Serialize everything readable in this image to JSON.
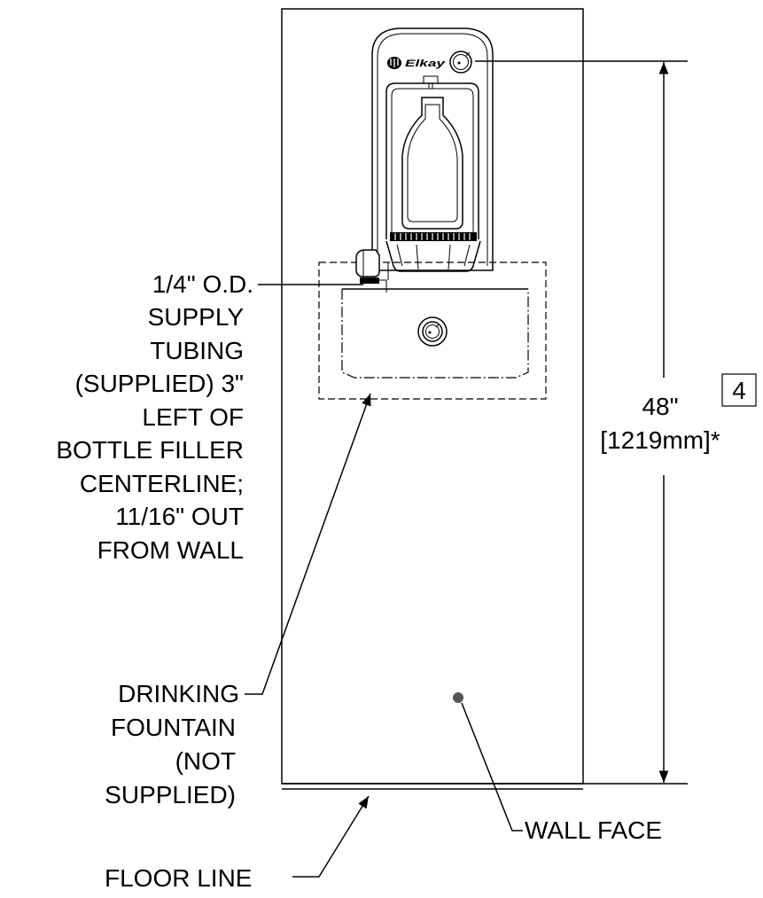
{
  "tubing_label": [
    "1/4\" O.D.",
    "SUPPLY",
    "TUBING",
    "(SUPPLIED) 3\"",
    "LEFT OF",
    "BOTTLE FILLER",
    "CENTERLINE;",
    "11/16\" OUT",
    "FROM WALL"
  ],
  "fountain_label": [
    "DRINKING",
    "FOUNTAIN",
    "(NOT",
    "SUPPLIED)"
  ],
  "floor_label": "FLOOR LINE",
  "wall_label": "WALL FACE",
  "dimension": {
    "imperial": "48\"",
    "metric": "[1219mm]*"
  },
  "note_number": "4",
  "brand_mark": "Elkay"
}
